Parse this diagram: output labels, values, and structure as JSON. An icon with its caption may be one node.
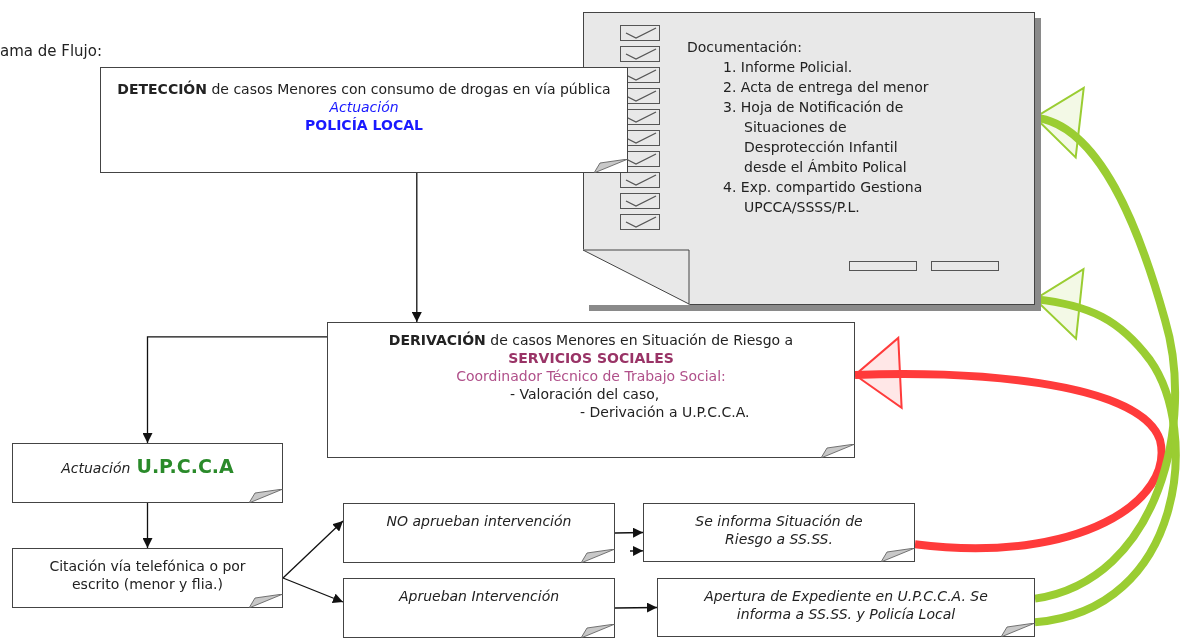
{
  "diagram": {
    "title": "ama de Flujo:",
    "nodes": [
      {
        "text": [
          "**DETECCIÓN** de casos Menores con consumo de drogas en vía pública",
          "Actuación",
          "POLICÍA LOCAL"
        ]
      },
      {
        "text": [
          "Documentación:",
          "1. Informe Policial.",
          "2. Acta de entrega del menor",
          "3. Hoja de Notificación de Situaciones de Desprotección Infantil desde el Ámbito Polical",
          "4. Exp. compartido Gestiona UPCCA/SSSS/P.L."
        ]
      },
      {
        "text": [
          "**DERIVACIÓN** de casos Menores en Situación de Riesgo a",
          "SERVICIOS SOCIALES",
          "Coordinador Técnico de Trabajo Social:",
          "- Valoración del caso,",
          "- Derivación a U.P.C.C.A."
        ]
      },
      {
        "text": [
          "Actuación",
          "U.P.C.C.A"
        ]
      },
      {
        "text": [
          "Citación vía telefónica o por escrito (menor y flia.)"
        ]
      },
      {
        "text": [
          "NO aprueban intervención"
        ]
      },
      {
        "text": [
          "Aprueban Intervención"
        ]
      },
      {
        "text": [
          "Se informa Situación de Riesgo a SS.SS."
        ]
      },
      {
        "text": [
          "Apertura de Expediente en U.P.C.C.A. Se informa a SS.SS. y Policía Local"
        ]
      }
    ],
    "edges": [
      {
        "from": 0,
        "to": 2,
        "arrow": "to"
      },
      {
        "from": 2,
        "to": 3,
        "arrow": "to"
      },
      {
        "from": 3,
        "to": 4,
        "arrow": "to"
      },
      {
        "from": 4,
        "to": 5,
        "arrow": "to"
      },
      {
        "from": 4,
        "to": 6,
        "arrow": "to"
      },
      {
        "from": 5,
        "to": 7,
        "arrow": "to"
      },
      {
        "from": null,
        "to": 7,
        "arrow": "to"
      },
      {
        "from": 6,
        "to": 8,
        "arrow": "to"
      },
      {
        "from": 7,
        "to": 2,
        "arrow": "to",
        "style": "thick",
        "color": "#ff3b3b"
      },
      {
        "from": 8,
        "to": 1,
        "arrow": "to",
        "style": "thick",
        "color": "#9acd32"
      },
      {
        "from": 8,
        "to": 1,
        "arrow": "to",
        "style": "thick",
        "color": "#9acd32"
      }
    ]
  }
}
